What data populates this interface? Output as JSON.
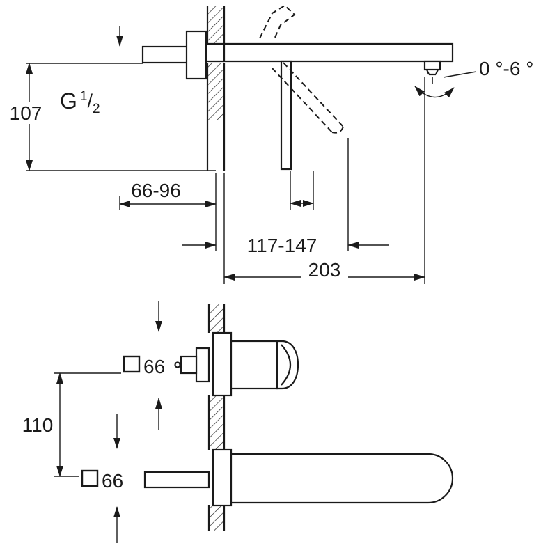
{
  "colors": {
    "line": "#1a1a1a",
    "background": "#ffffff"
  },
  "side_view": {
    "dim_height": "107",
    "thread_letter": "G",
    "thread_numerator": "1",
    "thread_slash": "/",
    "thread_denominator": "2",
    "dim_install_depth": "66-96",
    "dim_lever_reach": "117-147",
    "dim_spout_reach": "203",
    "aerator_angle": "0 °-6 °"
  },
  "front_view": {
    "dim_center_distance": "110",
    "escutcheon_top_size": "66",
    "escutcheon_bottom_size": "66"
  }
}
